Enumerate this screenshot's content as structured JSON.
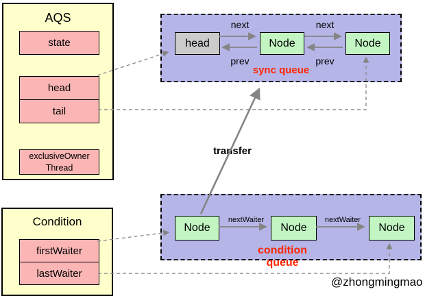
{
  "colors": {
    "panel_bg": "#FFFFCC",
    "cell_bg": "#FBB5B5",
    "queue_bg": "#B5B5E8",
    "node_bg": "#C2F5C2",
    "head_node_bg": "#CBCBCB",
    "arrow": "#848484",
    "queue_label": "#FF2600"
  },
  "aqs": {
    "title": "AQS",
    "state": "state",
    "head": "head",
    "tail": "tail",
    "exclusive_owner_thread": "exclusiveOwner\nThread"
  },
  "condition": {
    "title": "Condition",
    "first_waiter": "firstWaiter",
    "last_waiter": "lastWaiter"
  },
  "sync_queue": {
    "label": "sync queue",
    "head_node": "head",
    "node1": "Node",
    "node2": "Node",
    "next1": "next",
    "next2": "next",
    "prev1": "prev",
    "prev2": "prev"
  },
  "condition_queue": {
    "label": "condition queue",
    "node1": "Node",
    "node2": "Node",
    "node3": "Node",
    "next_waiter1": "nextWaiter",
    "next_waiter2": "nextWaiter"
  },
  "transfer": {
    "label": "transfer"
  },
  "watermark": "@zhongmingmao"
}
